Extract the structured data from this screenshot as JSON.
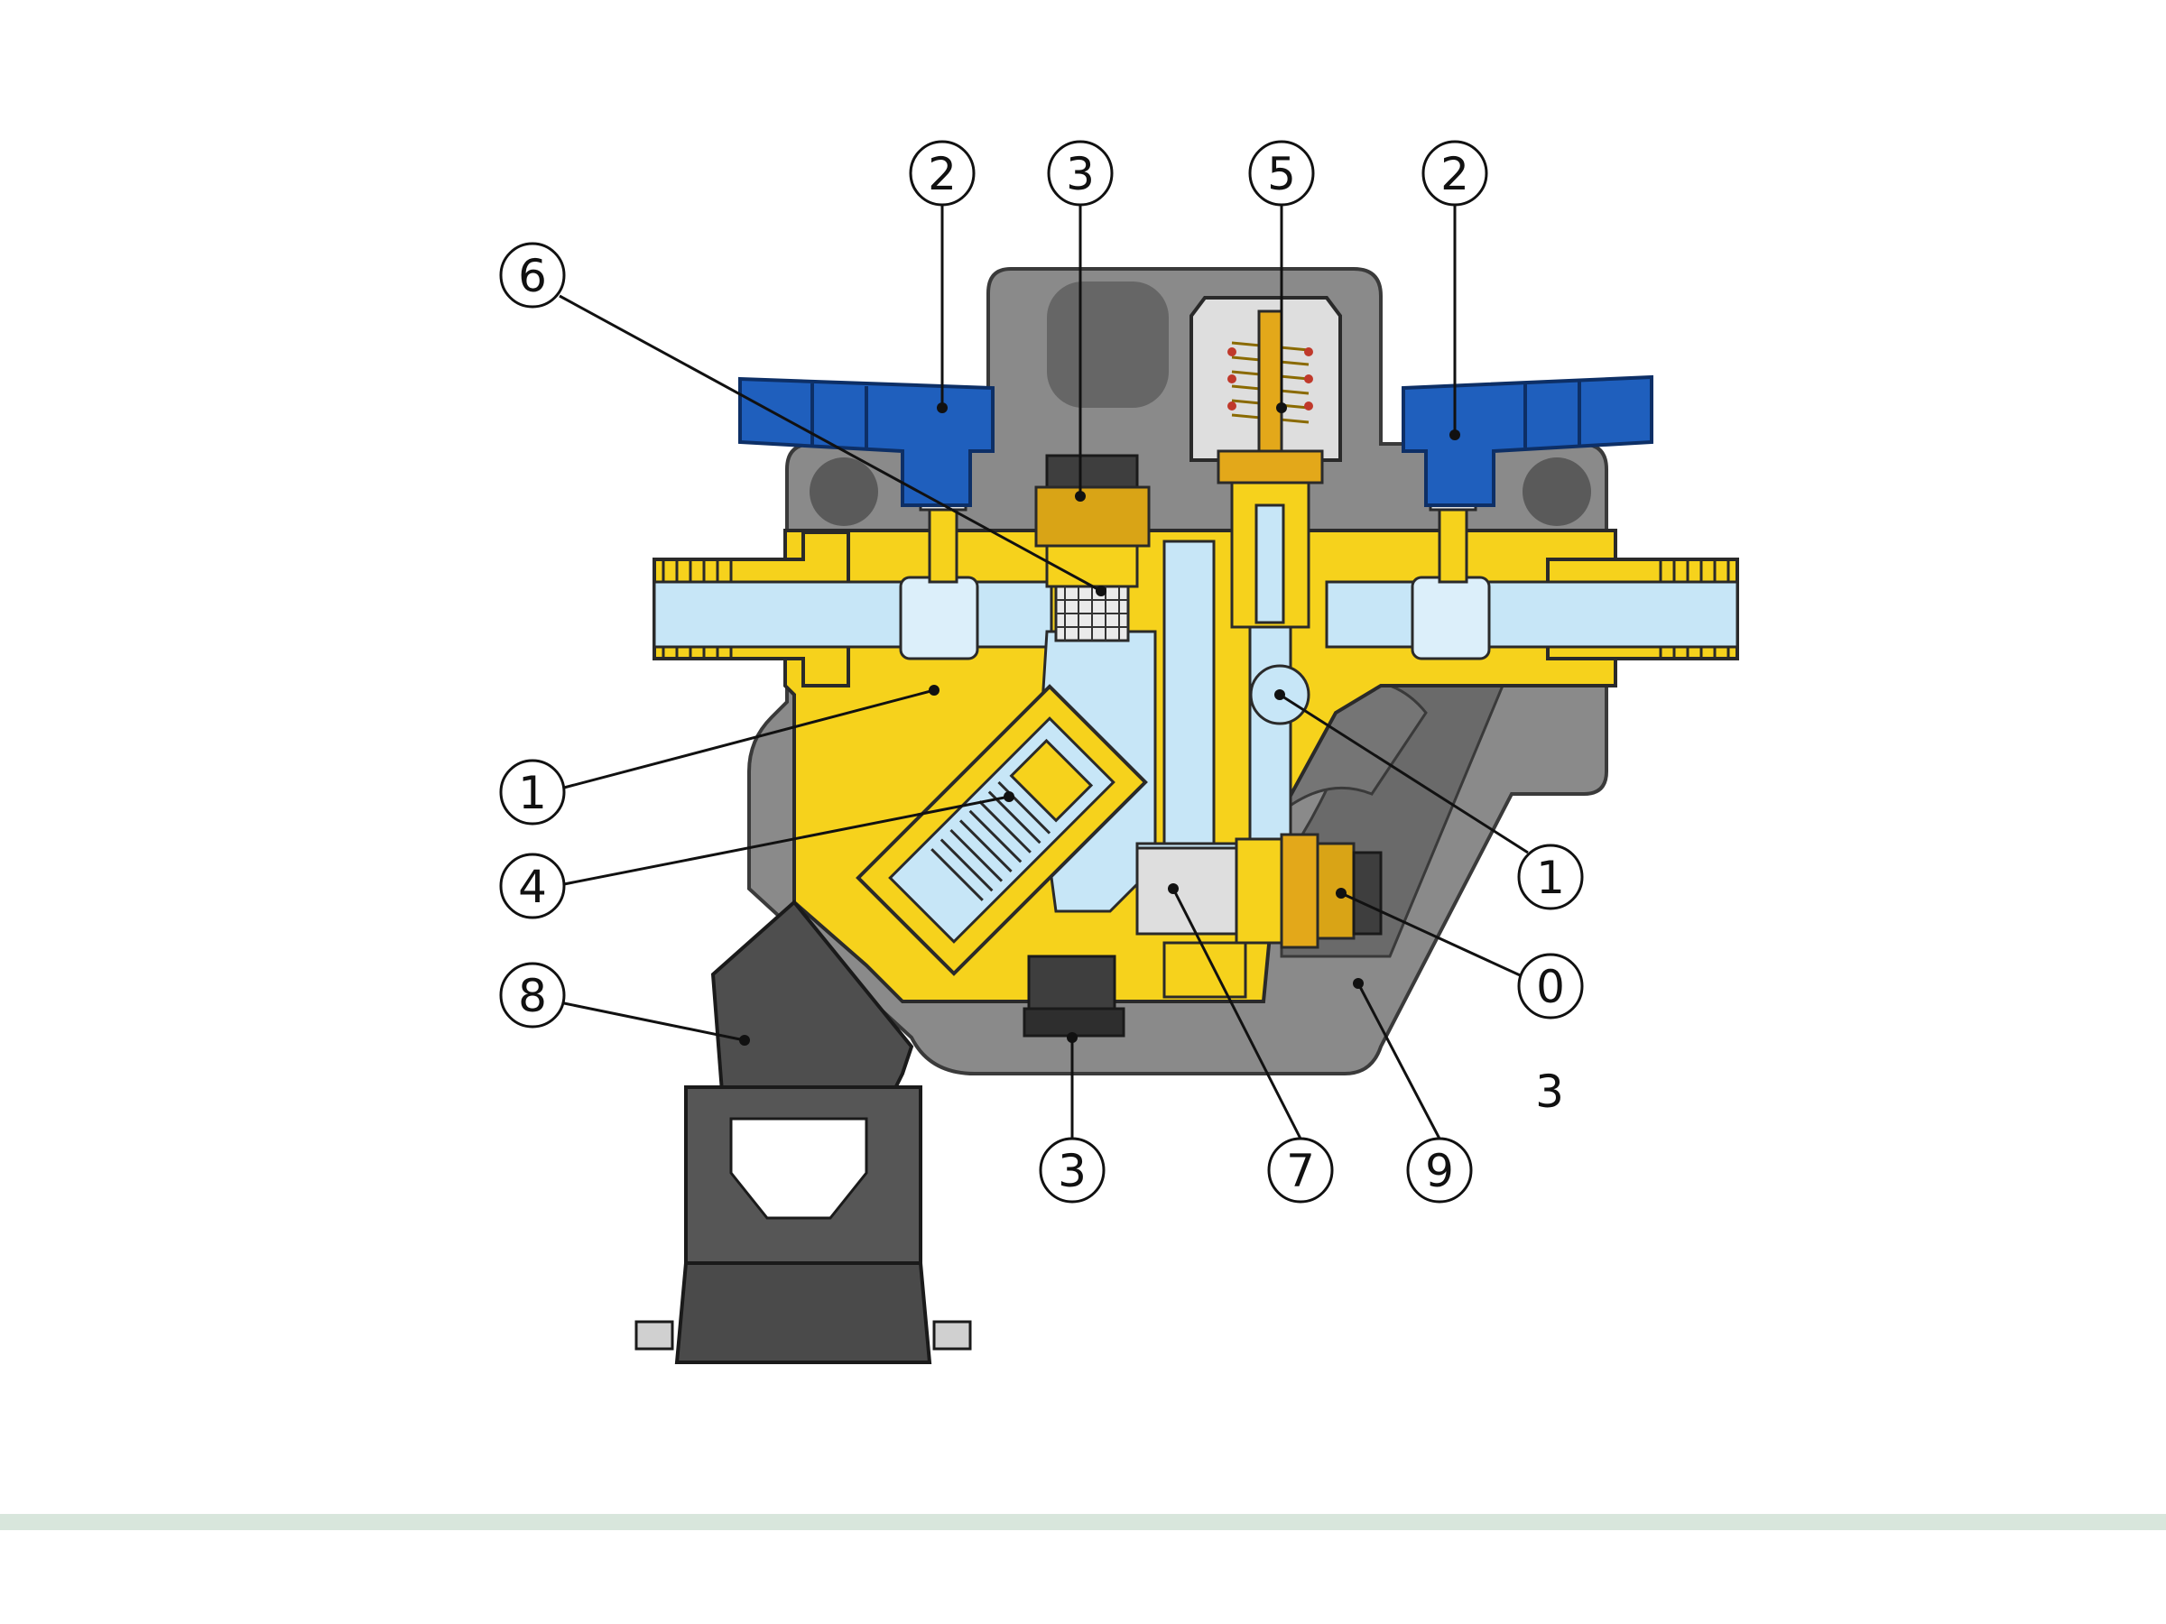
{
  "colors": {
    "background": "#ffffff",
    "housing": "#8a8a8a",
    "housing_dark": "#5f5f5f",
    "brass": "#f6d21c",
    "brass_dark": "#c9a10e",
    "water": "#c7e6f7",
    "handle": "#1f5fbd",
    "insulation": "#565656",
    "bottom_band": "#d8e6dc",
    "leader": "#111111"
  },
  "callouts": [
    {
      "label": "2"
    },
    {
      "label": "3"
    },
    {
      "label": "5"
    },
    {
      "label": "2"
    },
    {
      "label": "6"
    },
    {
      "label": "1"
    },
    {
      "label": "4"
    },
    {
      "label": "8"
    },
    {
      "label": "1"
    },
    {
      "label": "0"
    },
    {
      "label": "3"
    },
    {
      "label": "7"
    },
    {
      "label": "9"
    }
  ],
  "free_label": "3",
  "icons": [
    "blue-valve-handle-icon",
    "cartridge-icon",
    "strainer-icon",
    "spring-icon"
  ]
}
